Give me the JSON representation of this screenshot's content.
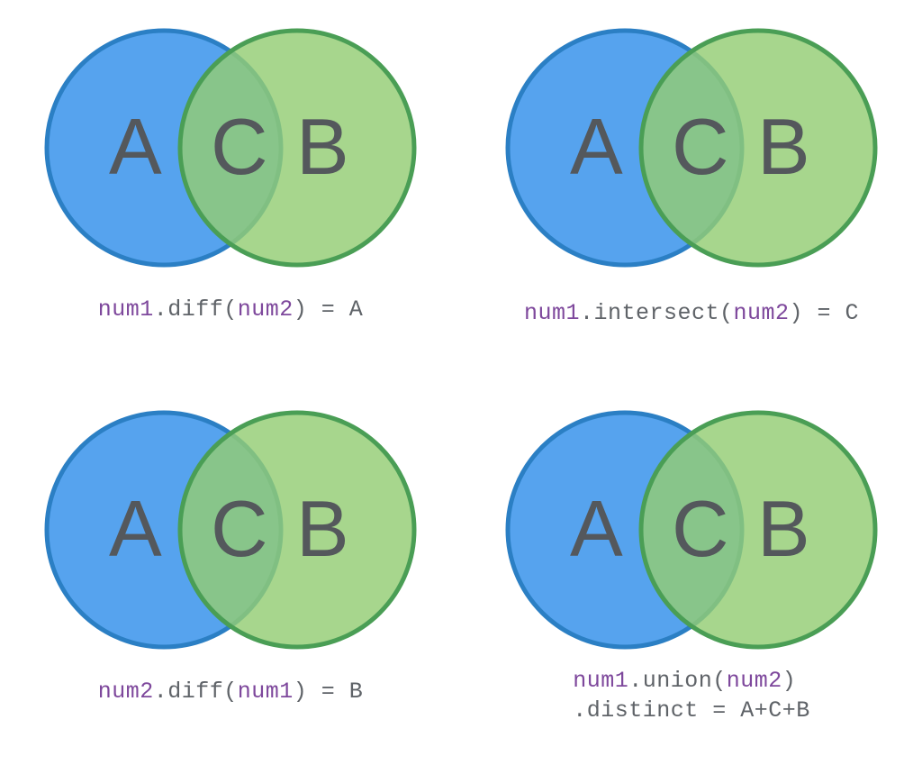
{
  "page": {
    "background_color": "#ffffff",
    "title": "Set operations Venn diagrams"
  },
  "palette": {
    "blue_fill": "#56a3ee",
    "blue_stroke": "#2b7fc4",
    "green_fill": "#94cd74",
    "green_stroke": "#4a9e55",
    "overlap_fill": "#56b471",
    "letter_color": "#54585c",
    "code_identifier_color": "#7e489c",
    "code_text_color": "#5f6368"
  },
  "venn": {
    "label_a": "A",
    "label_b": "B",
    "label_c": "C"
  },
  "panels": [
    {
      "name": "difference-num1-num2",
      "caption_lines": [
        [
          {
            "text": "num1",
            "kind": "id"
          },
          {
            "text": ".diff(",
            "kind": "plain"
          },
          {
            "text": "num2",
            "kind": "id"
          },
          {
            "text": ") = A",
            "kind": "plain"
          }
        ]
      ]
    },
    {
      "name": "intersect-num1-num2",
      "caption_lines": [
        [
          {
            "text": "num1",
            "kind": "id"
          },
          {
            "text": ".intersect(",
            "kind": "plain"
          },
          {
            "text": "num2",
            "kind": "id"
          },
          {
            "text": ") = C",
            "kind": "plain"
          }
        ]
      ]
    },
    {
      "name": "difference-num2-num1",
      "caption_lines": [
        [
          {
            "text": "num2",
            "kind": "id"
          },
          {
            "text": ".diff(",
            "kind": "plain"
          },
          {
            "text": "num1",
            "kind": "id"
          },
          {
            "text": ") = B",
            "kind": "plain"
          }
        ]
      ]
    },
    {
      "name": "union-distinct",
      "caption_lines": [
        [
          {
            "text": "num1",
            "kind": "id"
          },
          {
            "text": ".union(",
            "kind": "plain"
          },
          {
            "text": "num2",
            "kind": "id"
          },
          {
            "text": ")",
            "kind": "plain"
          }
        ],
        [
          {
            "text": ".distinct = A+C+B",
            "kind": "plain"
          }
        ]
      ]
    }
  ]
}
